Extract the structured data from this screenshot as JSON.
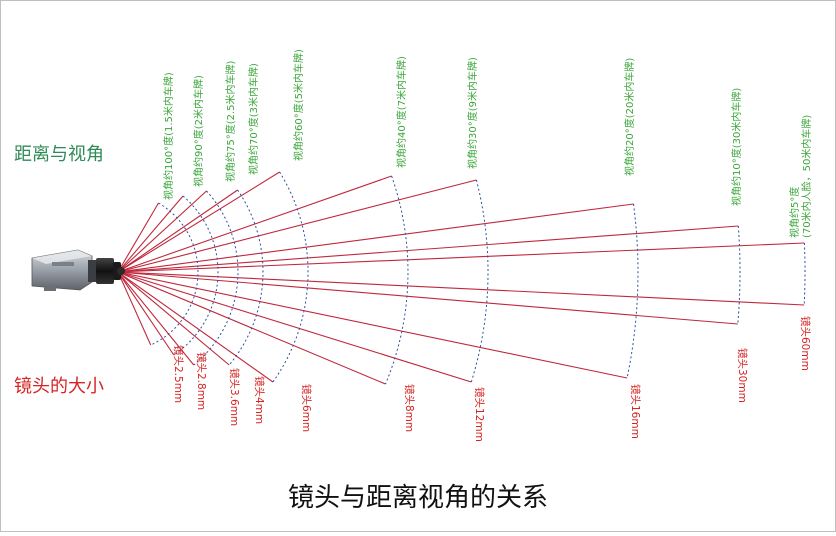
{
  "title": "镜头与距离视角的关系",
  "left_labels": {
    "distance_angle": "距离与视角",
    "lens_size": "镜头的大小"
  },
  "colors": {
    "angle_text": "#3aa53a",
    "lens_text": "#d62424",
    "ray": "#c0283c",
    "arc": "#2d4f9e",
    "left_angle_label": "#2e8b57",
    "left_lens_label": "#d62424",
    "title": "#111111",
    "frame": "#bfbfbf"
  },
  "lenses": [
    {
      "lens": "镜头2.5mm",
      "angle": "视角约100°度(1.5米内车牌)"
    },
    {
      "lens": "镜头2.8mm",
      "angle": "视角约90°度(2米内车牌)"
    },
    {
      "lens": "镜头3.6mm",
      "angle": "视角约75°度(2.5米内车牌)"
    },
    {
      "lens": "镜头4mm",
      "angle": "视角约70°度(3米内车牌)"
    },
    {
      "lens": "镜头6mm",
      "angle": "视角约60°度(5米内车牌)"
    },
    {
      "lens": "镜头8mm",
      "angle": "视角约40°度(7米内车牌)"
    },
    {
      "lens": "镜头12mm",
      "angle": "视角约30°度(9米内车牌)"
    },
    {
      "lens": "镜头16mm",
      "angle": "视角约20°度(20米内车牌)"
    },
    {
      "lens": "镜头30mm",
      "angle": "视角约10°度(30米内车牌)"
    },
    {
      "lens": "镜头60mm",
      "angle": "视角约5°度",
      "angle_line2": "(70米内人脸，50米内车牌)"
    }
  ],
  "camera_icon": "cctv-camera-icon"
}
